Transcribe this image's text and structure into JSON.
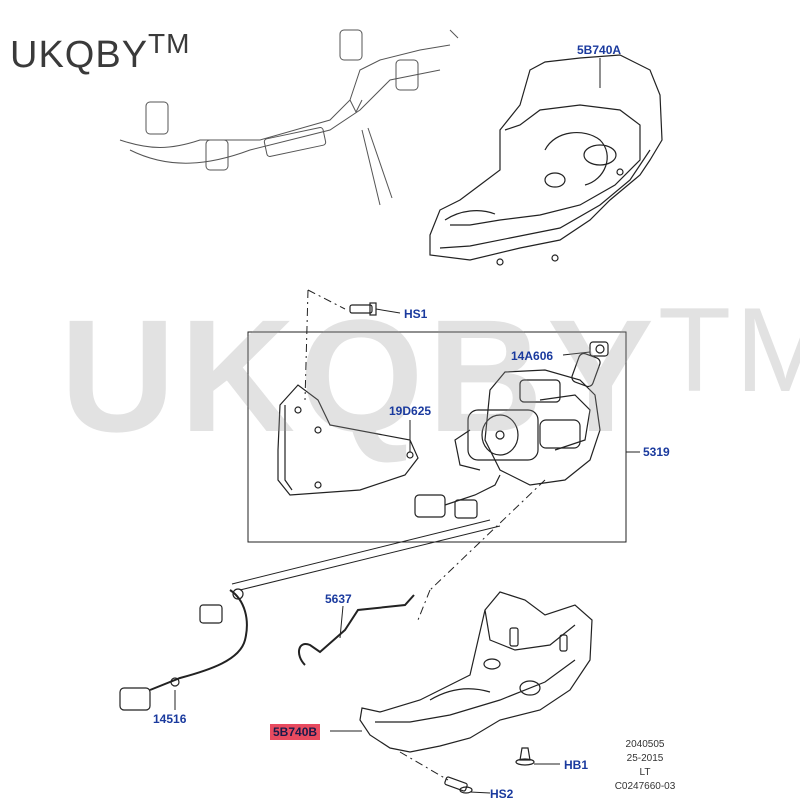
{
  "watermark": {
    "brand": "UKQBY",
    "tm": "TM"
  },
  "labels": {
    "5B740A": "5B740A",
    "HS1": "HS1",
    "14A606": "14A606",
    "19D625": "19D625",
    "5319": "5319",
    "5637": "5637",
    "14516": "14516",
    "5B740B": "5B740B",
    "HB1": "HB1",
    "HS2": "HS2"
  },
  "stamp": {
    "line1": "2040505",
    "line2": "25-2015",
    "line3": "LT",
    "line4": "C0247660-03"
  },
  "colors": {
    "label": "#1a3a9e",
    "highlight": "#e84a5f",
    "line": "#222222"
  }
}
